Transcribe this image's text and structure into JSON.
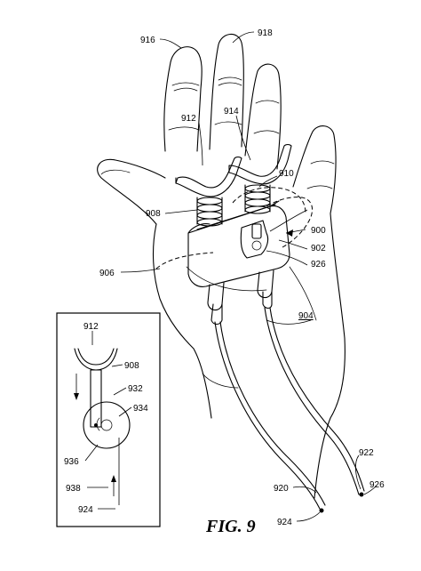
{
  "figure": {
    "caption": "FIG. 9",
    "reference_numerals": {
      "r916": "916",
      "r918": "918",
      "r912": "912",
      "r914": "914",
      "r910": "910",
      "r908": "908",
      "r900": "900",
      "r902": "902",
      "r926": "926",
      "r906": "906",
      "r904": "904",
      "r922": "922",
      "r920": "920",
      "r924": "924"
    },
    "inset_numerals": {
      "r912": "912",
      "r908": "908",
      "r932": "932",
      "r934": "934",
      "r936": "936",
      "r938": "938",
      "r924": "924"
    }
  }
}
